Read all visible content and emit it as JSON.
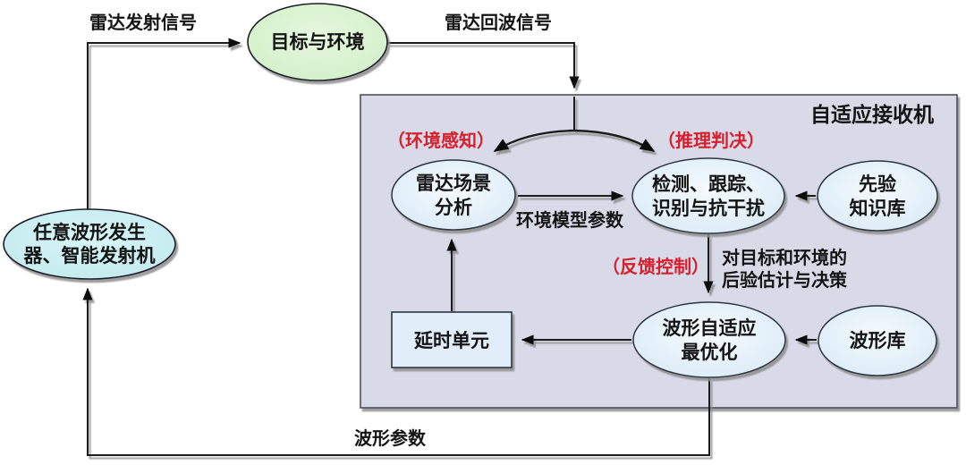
{
  "colors": {
    "background": "#ffffff",
    "receiver_box_fill": "#d9dae7",
    "receiver_box_stroke": "#4f4f5a",
    "target_environment_fill": "#d9f2d2",
    "waveform_generator_fill": "#c9eef2",
    "inner_node_fill": "#ddedf8",
    "annotation_red": "#d81e2c",
    "line_color": "#1a1a1a"
  },
  "receiver_box": {
    "title": "自适应接收机"
  },
  "nodes": {
    "target_environment": {
      "label": "目标与环境"
    },
    "waveform_generator": {
      "line1": "任意波形发生",
      "line2": "器、智能发射机"
    },
    "radar_scene_analysis": {
      "line1": "雷达场景",
      "line2": "分析"
    },
    "detection_tracking": {
      "line1": "检测、跟踪、",
      "line2": "识别与抗干扰"
    },
    "prior_knowledge_base": {
      "line1": "先验",
      "line2": "知识库"
    },
    "waveform_optimization": {
      "line1": "波形自适应",
      "line2": "最优化"
    },
    "waveform_library": {
      "label": "波形库"
    },
    "delay_unit": {
      "label": "延时单元"
    }
  },
  "edge_labels": {
    "radar_transmit_signal": "雷达发射信号",
    "radar_echo_signal": "雷达回波信号",
    "environment_model_params": "环境模型参数",
    "posterior_line1": "对目标和环境的",
    "posterior_line2": "后验估计与决策",
    "waveform_params": "波形参数"
  },
  "annotations": {
    "environment_perception": "（环境感知）",
    "inference_decision": "（推理判决）",
    "feedback_control": "（反馈控制）"
  }
}
